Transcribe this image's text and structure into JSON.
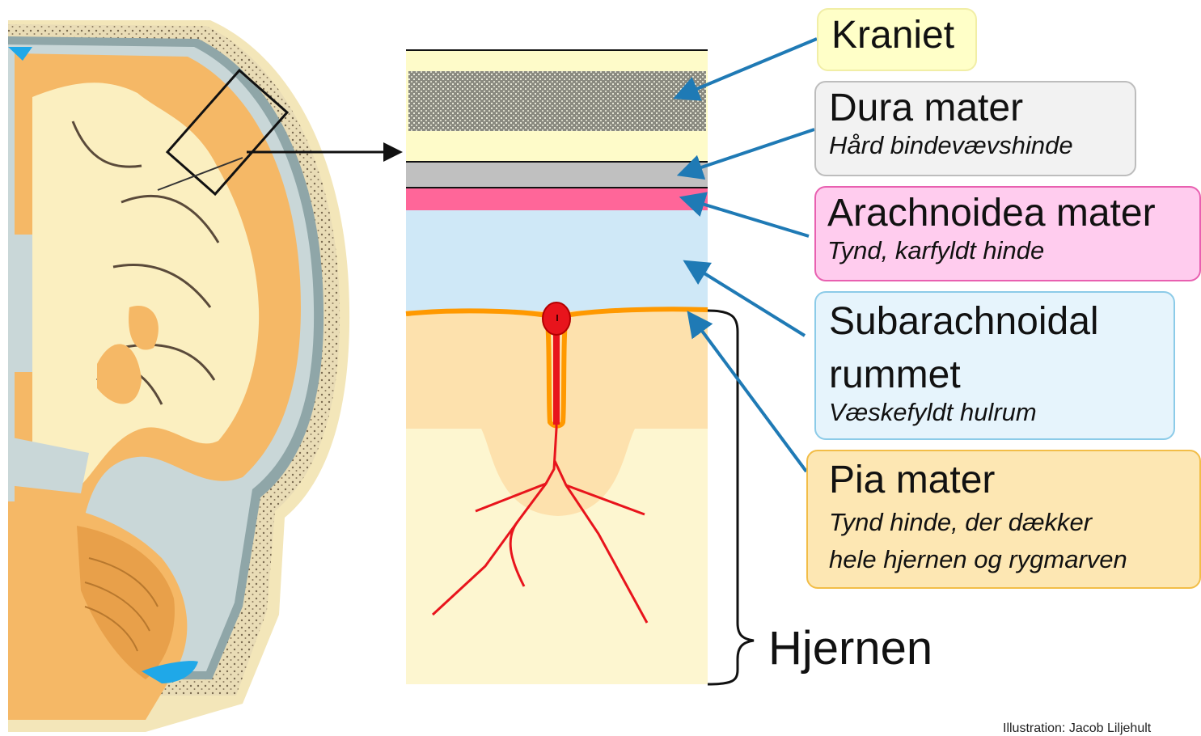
{
  "colors": {
    "skull": "#fefbc9",
    "dura": "#c0c0c0",
    "arachnoid": "#ff6699",
    "subarachnoid": "#cfe8f7",
    "pia": "#ff9900",
    "brain": "#fdf6d0",
    "vessel": "#e8141c",
    "arrow": "#1f7ab5"
  },
  "labels": {
    "kraniet": {
      "title": "Kraniet"
    },
    "dura": {
      "title": "Dura mater",
      "sub": "Hård bindevævshinde"
    },
    "arachnoid": {
      "title": "Arachnoidea mater",
      "sub": "Tynd, karfyldt hinde"
    },
    "subarachnoid": {
      "title_line1": "Subarachnoidal",
      "title_line2": "rummet",
      "sub": "Væskefyldt hulrum"
    },
    "pia": {
      "title": "Pia mater",
      "sub_line1": "Tynd hinde, der dækker",
      "sub_line2": "hele hjernen og rygmarven"
    }
  },
  "brain_label": "Hjernen",
  "credit": "Illustration: Jacob Liljehult"
}
